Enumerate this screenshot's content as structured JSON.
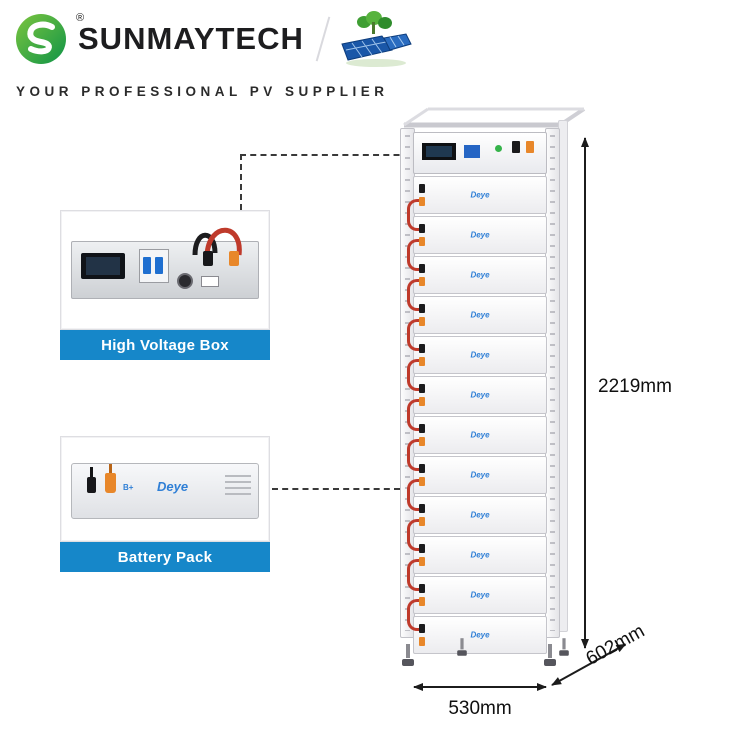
{
  "header": {
    "brand": "SUNMAYTECH",
    "registered": "®",
    "tagline": "YOUR PROFESSIONAL PV SUPPLIER"
  },
  "callouts": {
    "high_voltage_box": {
      "label": "High Voltage Box"
    },
    "battery_pack": {
      "label": "Battery Pack",
      "brand": "Deye",
      "port_label": "B+"
    }
  },
  "rack": {
    "module_count": 12,
    "module_brand": "Deye"
  },
  "dimensions": {
    "height": "2219mm",
    "width": "530mm",
    "depth": "602mm"
  },
  "colors": {
    "banner_blue": "#1687c9",
    "logo_green": "#2fa043",
    "connector_orange": "#e8872a",
    "cable_red": "#bf3a2b",
    "deye_blue": "#2f7fd6"
  }
}
